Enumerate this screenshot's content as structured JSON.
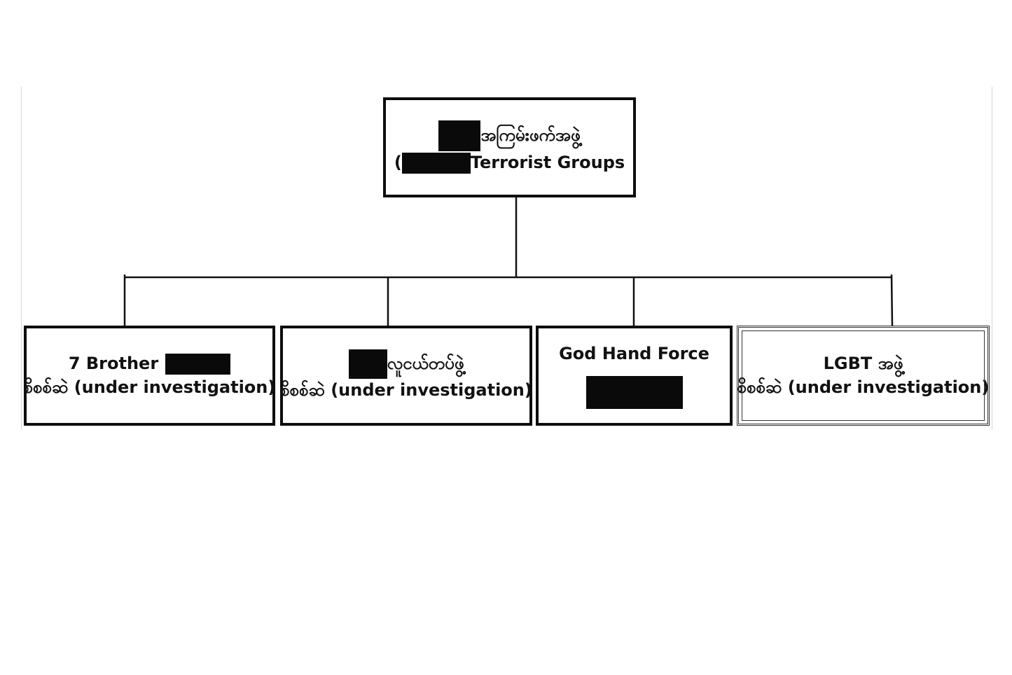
{
  "root": {
    "line1": "အကြမ်းဖက်အဖွဲ့",
    "line2_open": "(",
    "line2": "Terrorist Groups"
  },
  "children": [
    {
      "line1": "7 Brother",
      "line2": "စိစစ်ဆဲ (under investigation)"
    },
    {
      "line1": "လူငယ်တပ်ဖွဲ့",
      "line2": "စိစစ်ဆဲ (under investigation)"
    },
    {
      "line1": "God Hand Force"
    },
    {
      "line1": "LGBT အဖွဲ့",
      "line2": "စိစစ်ဆဲ (under investigation)"
    }
  ],
  "colors": {
    "box_border": "#0d0d0d",
    "redaction": "#0a0a0a",
    "connector": "#111111"
  }
}
